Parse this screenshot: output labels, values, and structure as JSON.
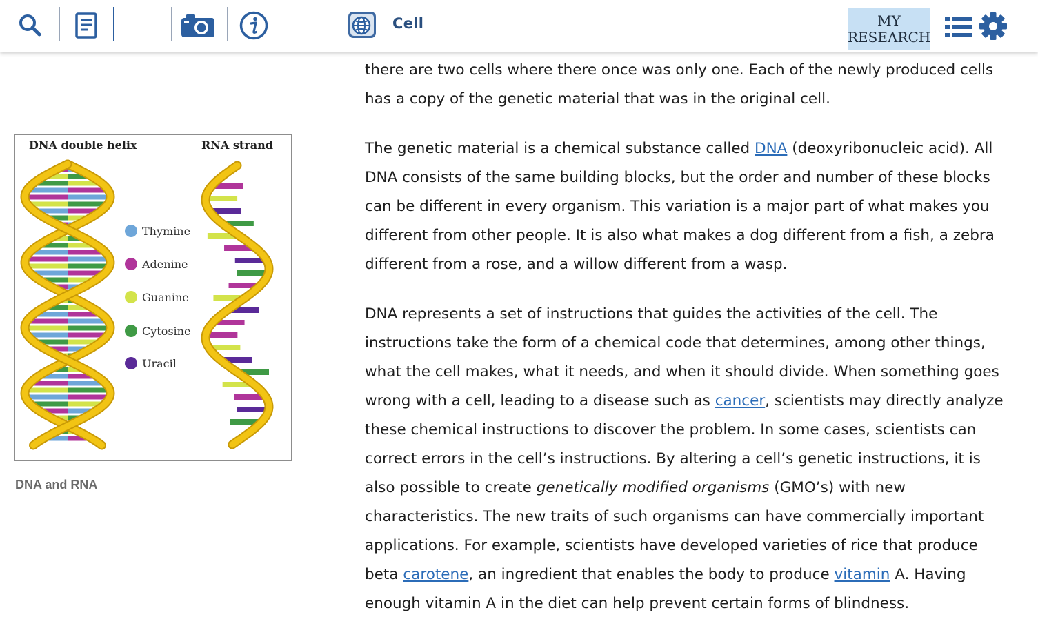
{
  "toolbar": {
    "icons": [
      "search-icon",
      "document-icon",
      "camera-icon",
      "info-icon"
    ],
    "brand_icon": "globe-logo-icon",
    "title": "Cell",
    "my_research_line1": "MY",
    "my_research_line2": "RESEARCH",
    "right_icons": [
      "list-icon",
      "gear-icon"
    ],
    "colors": {
      "icon": "#2c5fa0",
      "title": "#2a4f7f",
      "my_research_bg": "#c7e0f4"
    }
  },
  "figure": {
    "label_left": "DNA double helix",
    "label_right": "RNA strand",
    "legend": [
      {
        "name": "Thymine",
        "color": "#6ea6d9"
      },
      {
        "name": "Adenine",
        "color": "#b0359a"
      },
      {
        "name": "Guanine",
        "color": "#d3e34a"
      },
      {
        "name": "Cytosine",
        "color": "#3f9a45"
      },
      {
        "name": "Uracil",
        "color": "#5a2a98"
      }
    ],
    "caption": "DNA and RNA",
    "backbone_color": "#f2c414"
  },
  "article": {
    "p1": "there are two cells where there once was only one. Each of the newly produced cells has a copy of the genetic material that was in the original cell.",
    "p2": {
      "t1": "The genetic material is a chemical substance called ",
      "link1": "DNA",
      "t2": " (deoxyribonucleic acid). All DNA consists of the same building blocks, but the order and number of these blocks can be different in every organism. This variation is a major part of what makes you different from other people. It is also what makes a dog different from a fish, a zebra different from a rose, and a willow different from a wasp."
    },
    "p3": {
      "t1": "DNA represents a set of instructions that guides the activities of the cell. The instructions take the form of a chemical code that determines, among other things, what the cell makes, what it needs, and when it should divide. When something goes wrong with a cell, leading to a disease such as ",
      "link1": "cancer",
      "t2": ", scientists may directly analyze these chemical instructions to discover the problem. In some cases, scientists can correct errors in the cell’s instructions. By altering a cell’s genetic instructions, it is also possible to create  ",
      "em1": "genetically modified organisms",
      "t3": " (GMO’s) with new characteristics. The new traits of such organisms can have commercially important applications. For example, scientists have developed varieties of rice that produce beta ",
      "link2": "carotene",
      "t4": ", an ingredient that enables the body to produce ",
      "link3": "vitamin",
      "t5": " A. Having enough vitamin A in the diet can help prevent certain forms of blindness."
    }
  }
}
